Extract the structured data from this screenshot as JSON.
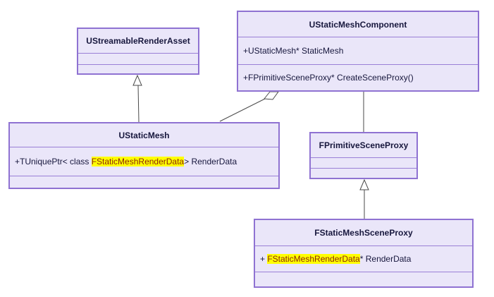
{
  "diagram_type": "uml-class-diagram",
  "colors": {
    "background": "#ffffff",
    "box_fill": "#eae6f9",
    "box_border": "#8f72d2",
    "separator": "#9a7fd6",
    "text": "#17173d",
    "highlight_background": "#ffff00",
    "highlight_text": "#8b2408",
    "edge": "#4a4a4a"
  },
  "classes": {
    "streamable_render_asset": {
      "title": "UStreamableRenderAsset"
    },
    "static_mesh_component": {
      "title": "UStaticMeshComponent",
      "attribute": "+UStaticMesh* StaticMesh",
      "method": "+FPrimitiveSceneProxy* CreateSceneProxy()"
    },
    "static_mesh": {
      "title": "UStaticMesh",
      "attribute_pre": "+TUniquePtr< class ",
      "attribute_highlight": "FStaticMeshRenderData",
      "attribute_post": "> RenderData"
    },
    "primitive_scene_proxy": {
      "title": "FPrimitiveSceneProxy"
    },
    "static_mesh_scene_proxy": {
      "title": "FStaticMeshSceneProxy",
      "attribute_pre": "+ ",
      "attribute_highlight": "FStaticMeshRenderData",
      "attribute_post": "* RenderData"
    }
  },
  "edges": [
    {
      "from": "UStaticMesh",
      "to": "UStreamableRenderAsset",
      "type": "inheritance"
    },
    {
      "from": "UStaticMesh",
      "to": "UStaticMeshComponent",
      "type": "aggregation"
    },
    {
      "from": "UStaticMeshComponent",
      "to": "FPrimitiveSceneProxy",
      "type": "association"
    },
    {
      "from": "FStaticMeshSceneProxy",
      "to": "FPrimitiveSceneProxy",
      "type": "inheritance"
    }
  ]
}
